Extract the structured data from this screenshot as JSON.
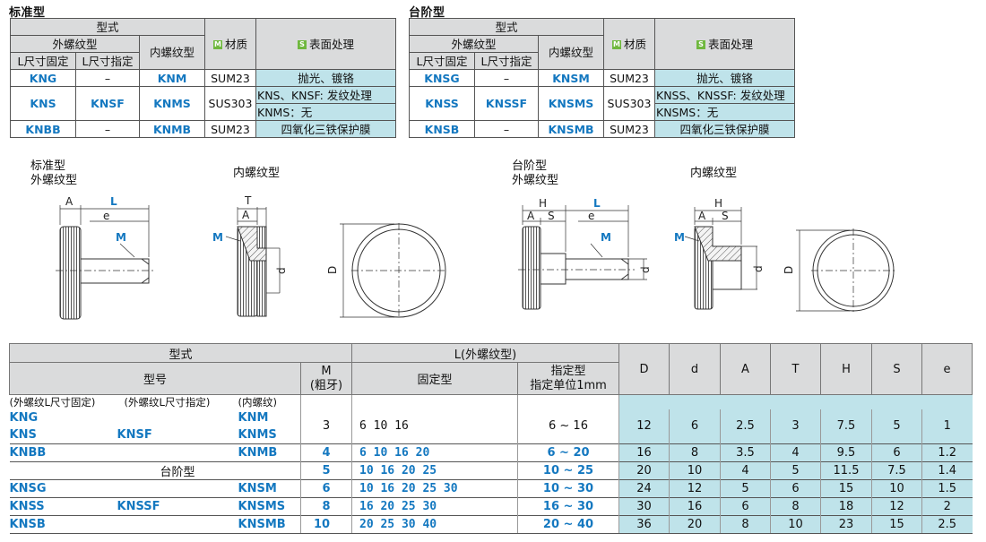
{
  "standard": {
    "title": "标准型",
    "h_type": "型式",
    "h_ext": "外螺纹型",
    "h_int": "内螺纹型",
    "h_lfix": "L尺寸固定",
    "h_lspec": "L尺寸指定",
    "h_mat": "材质",
    "h_surf": "表面处理",
    "badge_m": "M",
    "badge_s": "S",
    "rows": [
      {
        "fix": "KNG",
        "spec": "–",
        "int": "KNM",
        "mat": "SUM23",
        "surf": "抛光、镀铬"
      },
      {
        "fix": "KNS",
        "spec": "KNSF",
        "int": "KNMS",
        "mat": "SUS303",
        "surf": "KNS、KNSF: 发纹处理",
        "surf2": "KNMS：无"
      },
      {
        "fix": "KNBB",
        "spec": "–",
        "int": "KNMB",
        "mat": "SUM23",
        "surf": "四氧化三铁保护膜"
      }
    ]
  },
  "stepped": {
    "title": "台阶型",
    "rows": [
      {
        "fix": "KNSG",
        "spec": "–",
        "int": "KNSM",
        "mat": "SUM23",
        "surf": "抛光、镀铬"
      },
      {
        "fix": "KNSS",
        "spec": "KNSSF",
        "int": "KNSMS",
        "mat": "SUS303",
        "surf": "KNSS、KNSSF: 发纹处理",
        "surf2": "KNSMS：无"
      },
      {
        "fix": "KNSB",
        "spec": "–",
        "int": "KNSMB",
        "mat": "SUM23",
        "surf": "四氧化三铁保护膜"
      }
    ]
  },
  "drawings": {
    "std_title1": "标准型",
    "std_title2": "外螺纹型",
    "int_title": "内螺纹型",
    "step_title1": "台阶型",
    "step_title2": "外螺纹型",
    "int_title2": "内螺纹型",
    "lbl_A": "A",
    "lbl_L": "L",
    "lbl_e": "e",
    "lbl_M": "M",
    "lbl_T": "T",
    "lbl_d": "d",
    "lbl_D": "D",
    "lbl_H": "H",
    "lbl_S": "S"
  },
  "main_table": {
    "h_type": "型式",
    "h_model": "型号",
    "h_m": "M",
    "h_m2": "(粗牙)",
    "h_l": "L(外螺纹型)",
    "h_fixed": "固定型",
    "h_spec": "指定型",
    "h_spec2": "指定单位1mm",
    "cols": [
      "D",
      "d",
      "A",
      "T",
      "H",
      "S",
      "e"
    ],
    "sub_ext_fix": "(外螺纹L尺寸固定)",
    "sub_ext_spec": "(外螺纹L尺寸指定)",
    "sub_int": "(内螺纹)",
    "step_label": "台阶型",
    "rows": [
      {
        "a": "KNG",
        "b": "",
        "c": "KNM",
        "m": "3",
        "fixed": "6  10  16",
        "spec": "6 ~ 16",
        "vals": [
          "12",
          "6",
          "2.5",
          "3",
          "7.5",
          "5",
          "1"
        ]
      },
      {
        "a": "KNS",
        "b": "KNSF",
        "c": "KNMS"
      },
      {
        "a": "KNBB",
        "b": "",
        "c": "KNMB",
        "m": "4",
        "fixed": "6  10  16  20",
        "spec": "6 ~ 20",
        "vals": [
          "16",
          "8",
          "3.5",
          "4",
          "9.5",
          "6",
          "1.2"
        ]
      },
      {
        "a": "",
        "b": "",
        "c": "",
        "m": "5",
        "fixed": "   10  16  20  25",
        "spec": "10 ~ 25",
        "vals": [
          "20",
          "10",
          "4",
          "5",
          "11.5",
          "7.5",
          "1.4"
        ]
      },
      {
        "a": "KNSG",
        "b": "",
        "c": "KNSM",
        "m": "6",
        "fixed": "   10  16  20  25  30",
        "spec": "10 ~ 30",
        "vals": [
          "24",
          "12",
          "5",
          "6",
          "15",
          "10",
          "1.5"
        ]
      },
      {
        "a": "KNSS",
        "b": "KNSSF",
        "c": "KNSMS",
        "m": "8",
        "fixed": "       16  20  25  30",
        "spec": "16 ~ 30",
        "vals": [
          "30",
          "16",
          "6",
          "8",
          "18",
          "12",
          "2"
        ]
      },
      {
        "a": "KNSB",
        "b": "",
        "c": "KNSMB",
        "m": "10",
        "fixed": "           20  25  30  40",
        "spec": "20 ~ 40",
        "vals": [
          "36",
          "20",
          "8",
          "10",
          "23",
          "15",
          "2.5"
        ]
      }
    ]
  }
}
